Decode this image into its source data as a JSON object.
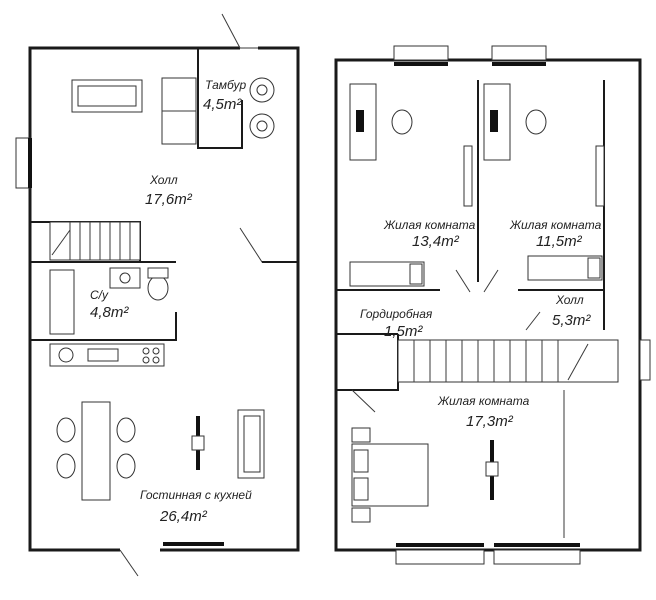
{
  "floor1": {
    "rooms": [
      {
        "name": "Тамбур",
        "area": "4,5m²"
      },
      {
        "name": "Холл",
        "area": "17,6m²"
      },
      {
        "name": "С/у",
        "area": "4,8m²"
      },
      {
        "name": "Гостинная с кухней",
        "area": "26,4m²"
      }
    ]
  },
  "floor2": {
    "rooms": [
      {
        "name": "Жилая комната",
        "area": "13,4m²"
      },
      {
        "name": "Жилая комната",
        "area": "11,5m²"
      },
      {
        "name": "Гордиробная",
        "area": "1,5m²"
      },
      {
        "name": "Холл",
        "area": "5,3m²"
      },
      {
        "name": "Жилая комната",
        "area": "17,3m²"
      }
    ]
  }
}
